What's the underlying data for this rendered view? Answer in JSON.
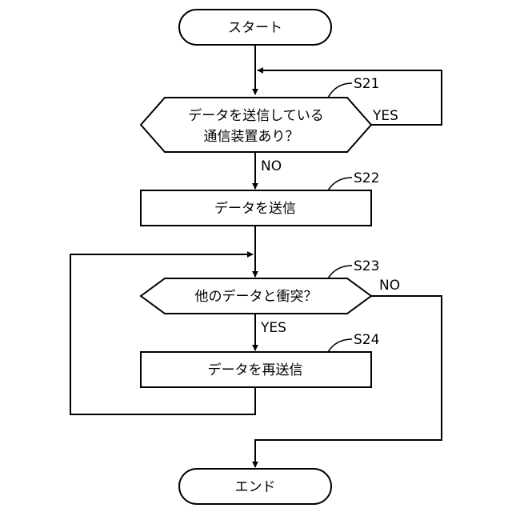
{
  "nodes": {
    "start": "スタート",
    "s21_line1": "データを送信している",
    "s21_line2": "通信装置あり？",
    "s22": "データを送信",
    "s23": "他のデータと衝突？",
    "s24": "データを再送信",
    "end": "エンド"
  },
  "steps": {
    "s21": "S21",
    "s22": "S22",
    "s23": "S23",
    "s24": "S24"
  },
  "branches": {
    "s21_yes": "YES",
    "s21_no": "NO",
    "s23_yes": "YES",
    "s23_no": "NO"
  }
}
